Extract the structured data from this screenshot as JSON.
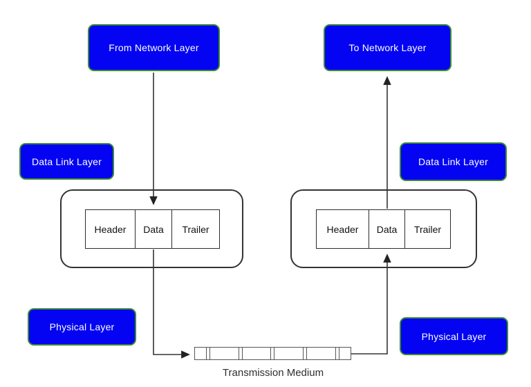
{
  "diagram": {
    "nodes": {
      "from_network_layer": "From Network Layer",
      "to_network_layer": "To Network Layer",
      "data_link_layer_left": "Data Link Layer",
      "data_link_layer_right": "Data Link Layer",
      "physical_layer_left": "Physical Layer",
      "physical_layer_right": "Physical Layer"
    },
    "frames": {
      "left": {
        "cells": [
          "Header",
          "Data",
          "Trailer"
        ]
      },
      "right": {
        "cells": [
          "Header",
          "Data",
          "Trailer"
        ]
      }
    },
    "medium_label": "Transmission Medium",
    "colors": {
      "node_fill": "#0404f2",
      "node_border": "#3c8a33",
      "node_text": "#ffffff",
      "line": "#333333",
      "frame_border": "#333333",
      "medium_border": "#555555"
    }
  }
}
